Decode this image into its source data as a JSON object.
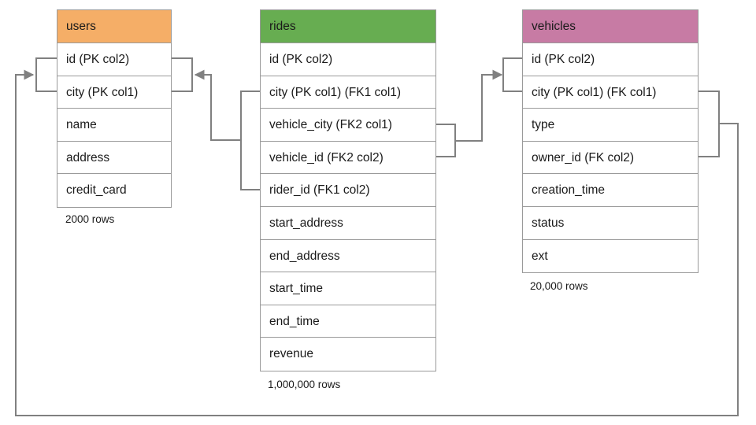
{
  "diagram": {
    "title": "ride-sharing database schema",
    "type": "entity-relationship-diagram",
    "background": "#ffffff",
    "line_color": "#808080",
    "border_color": "#9a9a9a"
  },
  "tables": [
    {
      "name": "users",
      "header_label": "users",
      "header_color": "#f5ae67",
      "row_count_label": "2000 rows",
      "columns": [
        {
          "label": "id (PK col2)"
        },
        {
          "label": "city (PK col1)"
        },
        {
          "label": "name"
        },
        {
          "label": "address"
        },
        {
          "label": "credit_card"
        }
      ]
    },
    {
      "name": "rides",
      "header_label": "rides",
      "header_color": "#67ad51",
      "row_count_label": "1,000,000 rows",
      "columns": [
        {
          "label": "id (PK col2)"
        },
        {
          "label": "city (PK col1) (FK1 col1)"
        },
        {
          "label": "vehicle_city (FK2 col1)"
        },
        {
          "label": "vehicle_id (FK2 col2)"
        },
        {
          "label": "rider_id (FK1 col2)"
        },
        {
          "label": "start_address"
        },
        {
          "label": "end_address"
        },
        {
          "label": "start_time"
        },
        {
          "label": "end_time"
        },
        {
          "label": "revenue"
        }
      ]
    },
    {
      "name": "vehicles",
      "header_label": "vehicles",
      "header_color": "#c77ba4",
      "row_count_label": "20,000 rows",
      "columns": [
        {
          "label": "id (PK col2)"
        },
        {
          "label": "city (PK col1) (FK col1)"
        },
        {
          "label": "type"
        },
        {
          "label": "owner_id (FK col2)"
        },
        {
          "label": "creation_time"
        },
        {
          "label": "status"
        },
        {
          "label": "ext"
        }
      ]
    }
  ],
  "relationships": [
    {
      "name": "rides-rider-to-users",
      "from_table": "rides",
      "from_columns": [
        "city (PK col1) (FK1 col1)",
        "rider_id (FK1 col2)"
      ],
      "to_table": "users",
      "to_columns": [
        "id (PK col2)",
        "city (PK col1)"
      ],
      "direction": "right-to-left"
    },
    {
      "name": "rides-vehicle-to-vehicles",
      "from_table": "rides",
      "from_columns": [
        "vehicle_city (FK2 col1)",
        "vehicle_id (FK2 col2)"
      ],
      "to_table": "vehicles",
      "to_columns": [
        "id (PK col2)",
        "city (PK col1) (FK col1)"
      ],
      "direction": "left-to-right"
    },
    {
      "name": "vehicles-owner-to-users",
      "from_table": "vehicles",
      "from_columns": [
        "city (PK col1) (FK col1)",
        "owner_id (FK col2)"
      ],
      "to_table": "users",
      "to_columns": [
        "id (PK col2)",
        "city (PK col1)"
      ],
      "direction": "around-bottom"
    }
  ]
}
